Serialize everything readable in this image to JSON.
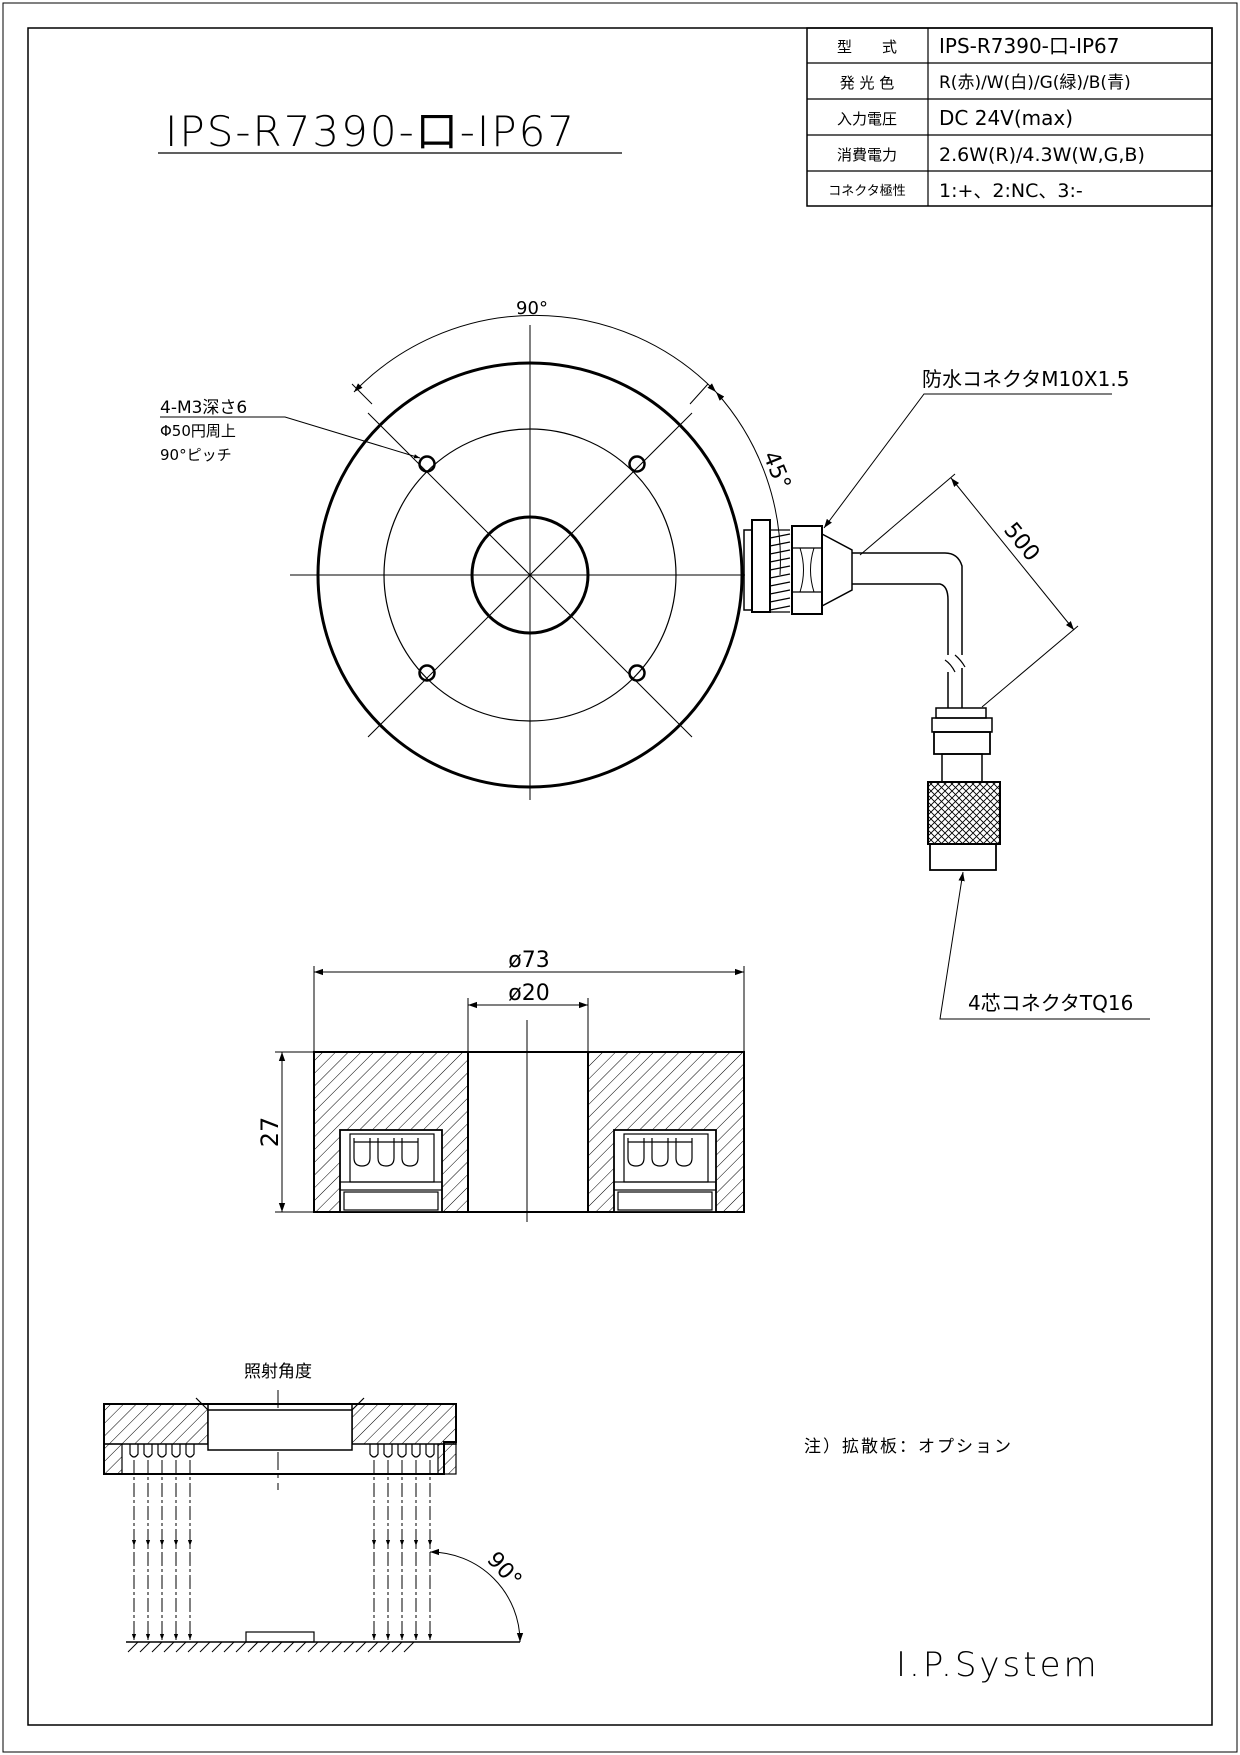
{
  "title": "IPS-R7390-口-IP67",
  "spec_table": [
    {
      "label": "型　　式",
      "value": "IPS-R7390-口-IP67"
    },
    {
      "label": "発 光 色",
      "value": "R(赤)/W(白)/G(緑)/B(青)"
    },
    {
      "label": "入力電圧",
      "value": "DC 24V(max)"
    },
    {
      "label": "消費電力",
      "value": "2.6W(R)/4.3W(W,G,B)"
    },
    {
      "label": "コネクタ極性",
      "value": "1:+、2:NC、3:-"
    }
  ],
  "top_view": {
    "angle_90": "90°",
    "angle_45": "45°",
    "hole_note_1": "4-M3深さ6",
    "hole_note_2": "Φ50円周上",
    "hole_note_3": "90°ピッチ",
    "connector_label": "防水コネクタM10X1.5",
    "cable_length": "500",
    "plug_label": "4芯コネクタTQ16"
  },
  "section_view": {
    "outer_dia": "ø73",
    "inner_dia": "ø20",
    "height": "27"
  },
  "beam_view": {
    "title": "照射角度",
    "angle": "90°"
  },
  "note": "注）拡散板：オプション",
  "brand": "I.P.System"
}
